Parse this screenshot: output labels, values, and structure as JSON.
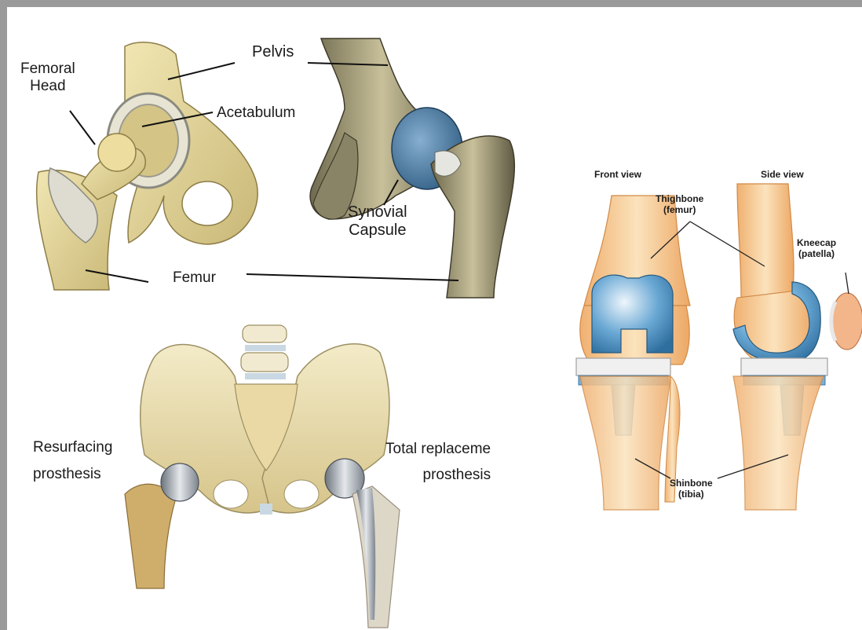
{
  "hip_anatomy": {
    "labels": {
      "femoral_head": "Femoral\nHead",
      "pelvis": "Pelvis",
      "acetabulum": "Acetabulum",
      "synovial_capsule": "Synovial\nCapsule",
      "femur": "Femur"
    }
  },
  "hip_prosthesis": {
    "labels": {
      "resurfacing": "Resurfacing\nprosthesis",
      "total_replacement": "Total replaceme\nprosthesis"
    }
  },
  "knee_replacement": {
    "labels": {
      "front_view": "Front view",
      "side_view": "Side view",
      "thighbone": "Thighbone\n(femur)",
      "kneecap": "Kneecap\n(patella)",
      "shinbone": "Shinbone\n(tibia)"
    }
  },
  "colors": {
    "frame": "#9a9a9a",
    "bone": "#e9dca0",
    "bone_shadow": "#b9a86a",
    "cartilage": "#d8d8d0",
    "capsule_blue": "#4f7fa6",
    "metal": "#9aa3ad",
    "knee_skin": "#f4c890",
    "knee_metal_blue": "#4a8fc0",
    "plastic_white": "#f2f2f2"
  }
}
